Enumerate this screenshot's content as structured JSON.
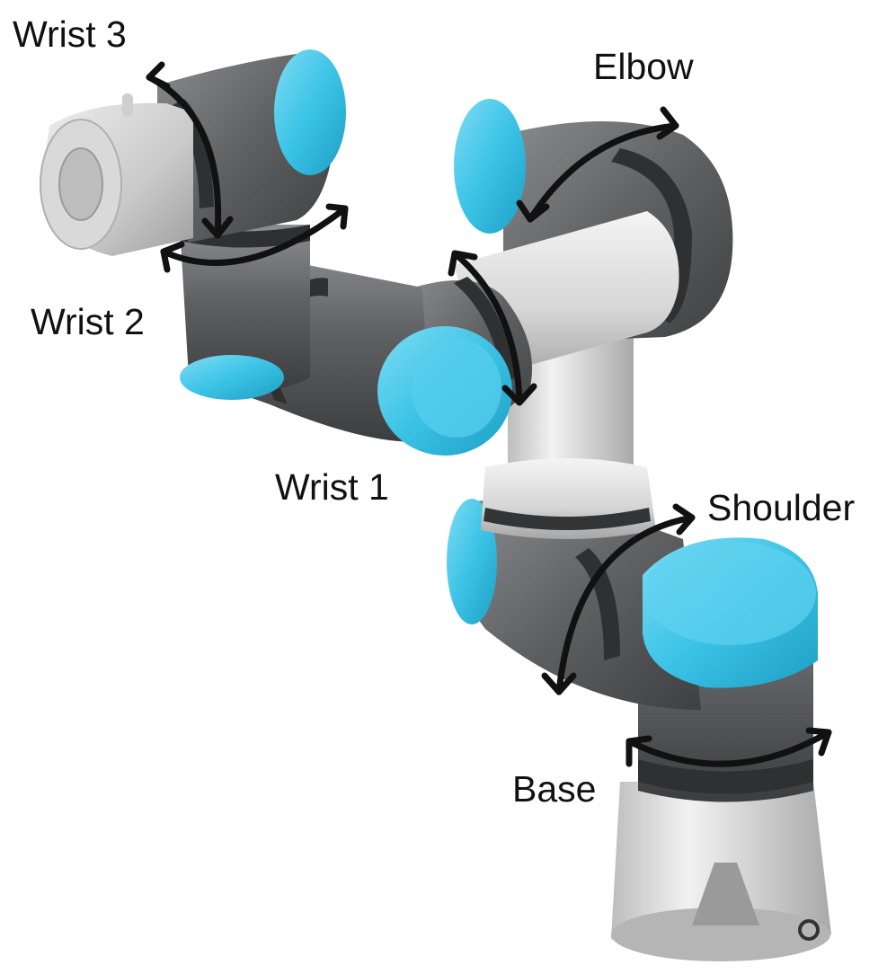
{
  "labels": {
    "wrist3": "Wrist 3",
    "elbow": "Elbow",
    "wrist2": "Wrist 2",
    "wrist1": "Wrist 1",
    "shoulder": "Shoulder",
    "base": "Base"
  },
  "colors": {
    "housing_dark": "#5f6062",
    "housing_mid": "#7a7b7e",
    "link_light": "#d8d8d8",
    "cap_cyan": "#3bc3e6",
    "tool_flange": "#c9c9c9",
    "arrow": "#111111",
    "band": "#333436"
  },
  "icons": {
    "rotation_arrow": "double-headed-curved-arrow"
  }
}
